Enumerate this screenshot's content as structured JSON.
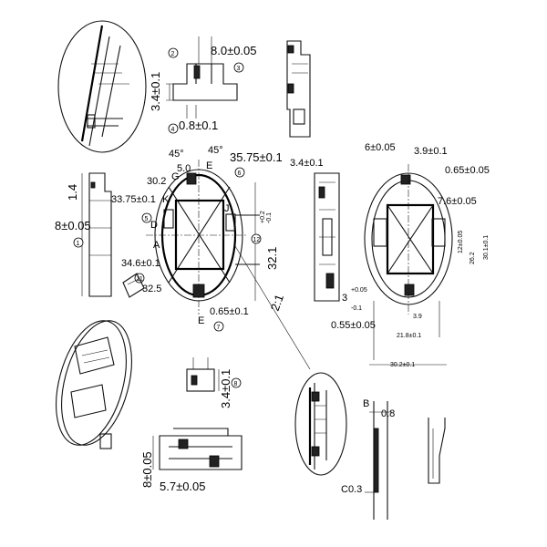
{
  "labels": {
    "dim_top_width": "8.0±0.05",
    "dim_top_height": "3.4±0.1",
    "dim_top_thickness": "0.8±0.1",
    "dim_left_height": "8±0.05",
    "dim_left_1_4": "1.4",
    "angle_1": "45°",
    "angle_2": "45°",
    "dia_outer": "35.75±0.1",
    "dim_5_0": "5.0",
    "dim_30_2": "30.2",
    "dim_33_75": "33.75±0.1",
    "dim_34_6": "34.6±0.1",
    "dim_32_5": "32.5",
    "dim_0_65_b": "0.65±0.1",
    "dim_32_1": "32.1",
    "dim_32_1_tol_upper": "+0.2",
    "dim_32_1_tol_lower": "-0.1",
    "scale": "2:1",
    "dim_3_4_right": "3.4±0.1",
    "dim_3_tol": "3",
    "dim_3_tol_upper": "+0.05",
    "dim_3_tol_lower": "-0.1",
    "dim_0_55": "0.55±0.05",
    "dim_6_05": "6±0.05",
    "dim_3_9": "3.9±0.1",
    "dim_0_65_r": "0.65±0.05",
    "dim_7_6": "7.6±0.05",
    "dim_12": "12±0.05",
    "dim_26_2": "26.2",
    "dim_30_1": "30.1±0.1",
    "dim_3_9_tol": "3.9",
    "dim_21_8": "21.8±0.1",
    "dim_30_2_right": "30.2±0.1",
    "dim_3_4_center": "3.4±0.1",
    "dim_8_05": "8±0.05",
    "dim_5_7": "5.7±0.05",
    "dim_0_8": "0.8",
    "dim_c_0_3": "C0.3"
  },
  "letters": {
    "G": "G",
    "E_top": "E",
    "E_bottom": "E",
    "K": "K",
    "D": "D",
    "A": "A",
    "J": "J",
    "B": "B"
  },
  "callouts": {
    "c1": "1",
    "c2": "2",
    "c3": "3",
    "c4": "4",
    "c5": "5",
    "c6": "6",
    "c7": "7",
    "c8": "8",
    "c11": "11",
    "c12": "12"
  }
}
